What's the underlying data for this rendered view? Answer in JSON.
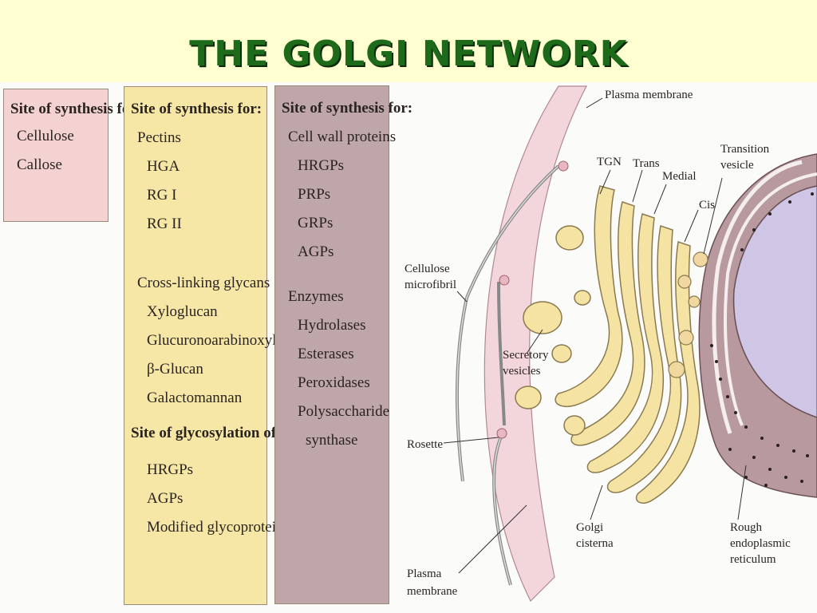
{
  "title": "The Golgi Network",
  "boxes": {
    "cellulose": {
      "heading": "Site of synthesis for:",
      "items": [
        "Cellulose",
        "Callose"
      ]
    },
    "pectins": {
      "heading": "Site of synthesis for:",
      "pectins": "Pectins",
      "pectin_items": [
        "HGA",
        "RG I",
        "RG II"
      ],
      "glycans": "Cross-linking glycans",
      "glycan_items": [
        "Xyloglucan",
        "Glucuronoarabinoxylan",
        "β-Glucan",
        "Galactomannan"
      ],
      "glyco_heading": "Site of glycosylation of:",
      "glyco_items": [
        "HRGPs",
        "AGPs",
        "Modified glycoproteins"
      ]
    },
    "proteins": {
      "heading": "Site of synthesis for:",
      "cwp": "Cell wall proteins",
      "cwp_items": [
        "HRGPs",
        "PRPs",
        "GRPs",
        "AGPs"
      ],
      "enzymes": "Enzymes",
      "enzyme_items": [
        "Hydrolases",
        "Esterases",
        "Peroxidases",
        "Polysaccharide",
        "synthase"
      ]
    }
  },
  "diagram": {
    "labels": {
      "plasma_membrane_top": "Plasma membrane",
      "tgn": "TGN",
      "trans": "Trans",
      "medial": "Medial",
      "transition_1": "Transition",
      "transition_2": "vesicle",
      "cis": "Cis",
      "cellulose_1": "Cellulose",
      "cellulose_2": "microfibril",
      "secretory_1": "Secretory",
      "secretory_2": "vesicles",
      "rosette": "Rosette",
      "golgi_1": "Golgi",
      "golgi_2": "cisterna",
      "rer_1": "Rough",
      "rer_2": "endoplasmic",
      "rer_3": "reticulum",
      "plasma_bottom_1": "Plasma",
      "plasma_bottom_2": "membrane"
    },
    "colors": {
      "golgi": "#f4e3a3",
      "golgi_outline": "#8a7a50",
      "er": "#b89a9e",
      "nucleus": "#cfc6e6",
      "membrane": "#f3d6dc"
    }
  }
}
